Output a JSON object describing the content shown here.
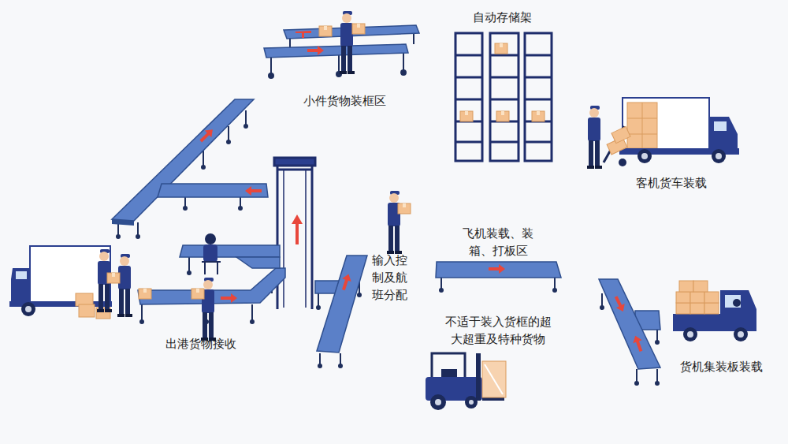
{
  "diagram": {
    "labels": [
      "小件货物装框区",
      "自动存储架",
      "客机货车装载",
      "输入控制及航班分配",
      "飞机装载、装箱、打板区",
      "不适于装入货框的超大超重及特种货物",
      "出港货物接收",
      "货机集装板装载"
    ]
  }
}
